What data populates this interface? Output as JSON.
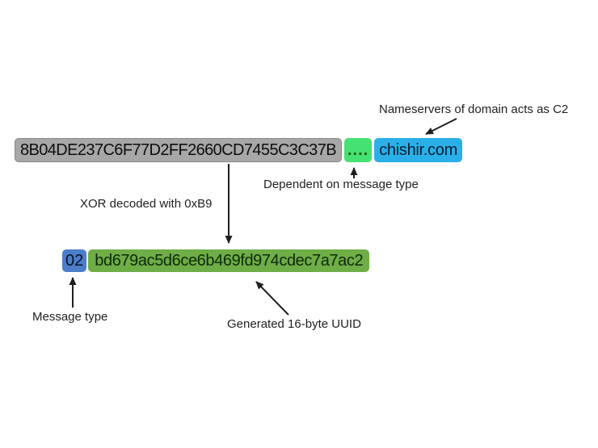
{
  "encoded_row": {
    "hex_payload": "8B04DE237C6F77D2FF2660CD7455C3C37B",
    "separator_dots": "....",
    "domain": "chishir.com"
  },
  "decoded_row": {
    "message_type": "02",
    "uuid": "bd679ac5d6ce6b469fd974cdec7a7ac2"
  },
  "annotations": {
    "nameservers_label": "Nameservers of domain acts as C2",
    "dependent_label": "Dependent on message type",
    "xor_label": "XOR decoded with 0xB9",
    "message_type_label": "Message type",
    "uuid_label": "Generated 16-byte UUID"
  },
  "colors": {
    "encoded_hex_bg": "#A7A7A7",
    "separator_dots_bg": "#46E173",
    "domain_bg": "#2BAFE8",
    "message_type_bg": "#4B7DC8",
    "uuid_bg": "#6FAD47",
    "arrow": "#1F1F1F"
  }
}
